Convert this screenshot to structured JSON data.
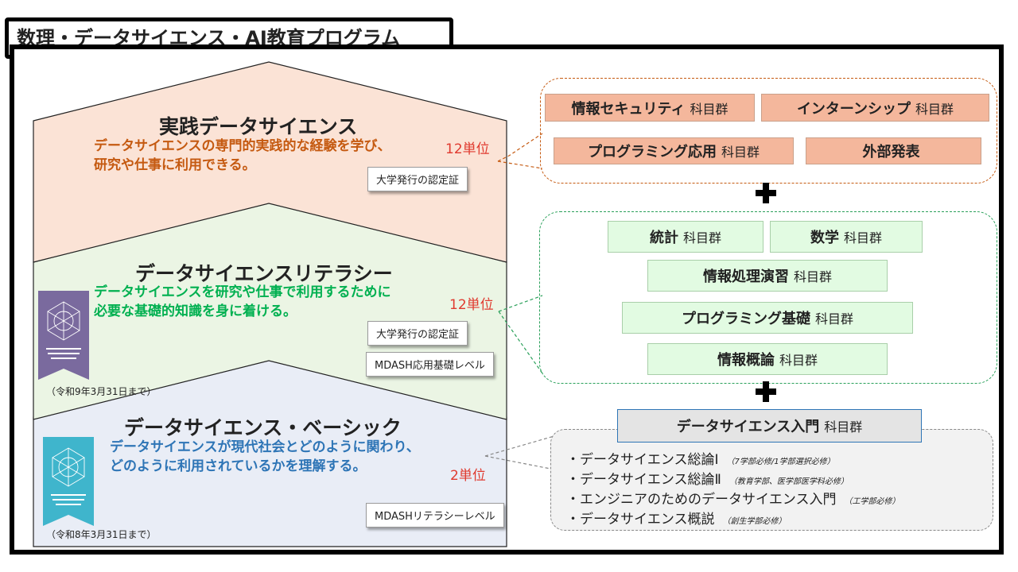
{
  "header": {
    "title": "数理・データサイエンス・AI教育プログラム"
  },
  "levels": {
    "practice": {
      "title": "実践データサイエンス",
      "desc_line1": "データサイエンスの専門的実践的な経験を学び、",
      "desc_line2": "研究や仕事に利用できる。",
      "units": "12単位",
      "cert": "大学発行の認定証",
      "color": "#fbe3d6"
    },
    "literacy": {
      "title": "データサイエンスリテラシー",
      "desc_line1": "データサイエンスを研究や仕事で利用するために",
      "desc_line2": "必要な基礎的知識を身に着ける。",
      "units": "12単位",
      "cert1": "大学発行の認定証",
      "cert2": "MDASH応用基礎レベル",
      "badge_date": "（令和9年3月31日まで）",
      "color": "#ebf5e4"
    },
    "basic": {
      "title": "データサイエンス・ベーシック",
      "desc_line1": "データサイエンスが現代社会とどのように関わり、",
      "desc_line2": "どのように利用されているかを理解する。",
      "units": "2単位",
      "cert": "MDASHリテラシーレベル",
      "badge_date": "（令和8年3月31日まで）",
      "color": "#e9edf6"
    }
  },
  "practice_groups": [
    {
      "name": "情報セキュリティ",
      "suffix": "科目群"
    },
    {
      "name": "インターンシップ",
      "suffix": "科目群"
    },
    {
      "name": "プログラミング応用",
      "suffix": "科目群"
    },
    {
      "name": "外部発表",
      "suffix": ""
    }
  ],
  "literacy_groups": [
    {
      "name": "統計",
      "suffix": "科目群"
    },
    {
      "name": "数学",
      "suffix": "科目群"
    },
    {
      "name": "情報処理演習",
      "suffix": "科目群"
    },
    {
      "name": "プログラミング基礎",
      "suffix": "科目群"
    },
    {
      "name": "情報概論",
      "suffix": "科目群"
    }
  ],
  "intro_group": {
    "name": "データサイエンス入門",
    "suffix": "科目群"
  },
  "intro_courses": [
    {
      "text": "・データサイエンス総論Ⅰ",
      "note": "（7学部必修/1学部選択必修）"
    },
    {
      "text": "・データサイエンス総論Ⅱ",
      "note": "（教育学部、医学部医学科必修）"
    },
    {
      "text": "・エンジニアのためのデータサイエンス入門",
      "note": "（工学部必修）"
    },
    {
      "text": "・データサイエンス概説",
      "note": "（創生学部必修）"
    }
  ],
  "colors": {
    "practice_text": "#c55a11",
    "literacy_text": "#00b050",
    "basic_text": "#2e75b6",
    "practice_box": "#f4b79c",
    "literacy_box": "#e2fbe2",
    "intro_box": "#e4e4e4",
    "badge_purple": "#7a6a9e",
    "badge_teal": "#3fb5cc"
  }
}
